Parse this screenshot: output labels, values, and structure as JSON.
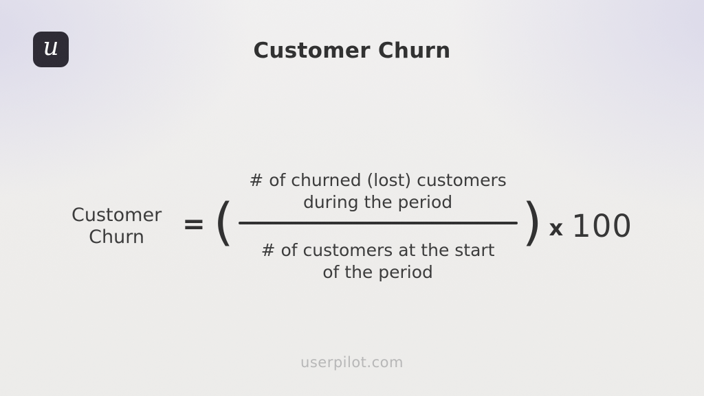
{
  "logo": {
    "glyph": "u"
  },
  "title": "Customer Churn",
  "formula": {
    "lhs": [
      "Customer",
      "Churn"
    ],
    "equals": "=",
    "open_paren": "(",
    "numerator": [
      "# of churned (lost) customers",
      "during the period"
    ],
    "denominator": [
      "# of customers at the start",
      "of the period"
    ],
    "close_paren": ")",
    "multiply_sign": "x",
    "multiplier": "100"
  },
  "footer": "userpilot.com",
  "colors": {
    "background_tint": "#dcdaeb",
    "background_base": "#efeeec",
    "text": "#383838",
    "fraction_bar": "#2d2d2d",
    "footer_text": "#b7b7b7",
    "logo_bg": "#2a2731",
    "logo_glyph": "#ffffff"
  }
}
